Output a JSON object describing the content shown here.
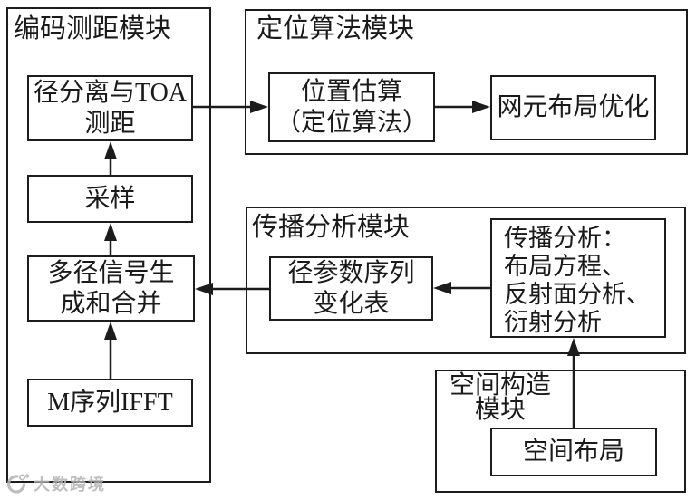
{
  "modules": {
    "encode_ranging": {
      "title": "编码测距模块"
    },
    "positioning_algorithm": {
      "title": "定位算法模块"
    },
    "propagation_analysis": {
      "title": "传播分析模块"
    },
    "space_construction": {
      "title_line1": "空间构造",
      "title_line2": "模块"
    }
  },
  "nodes": {
    "path_separation_toa": {
      "line1": "径分离与TOA",
      "line2": "测距"
    },
    "sampling": {
      "label": "采样"
    },
    "multipath_signal": {
      "line1": "多径信号生",
      "line2": "成和合并"
    },
    "m_sequence_ifft": {
      "label": "M序列IFFT"
    },
    "position_estimation": {
      "line1": "位置估算",
      "line2": "（定位算法）"
    },
    "network_layout_optimization": {
      "label": "网元布局优化"
    },
    "path_parameter_table": {
      "line1": "径参数序列",
      "line2": "变化表"
    },
    "propagation_detail": {
      "line1": "传播分析：",
      "line2": "布局方程、",
      "line3": "反射面分析、",
      "line4": "衍射分析"
    },
    "space_layout": {
      "label": "空间布局"
    }
  },
  "watermark": {
    "text": "大数跨境"
  },
  "colors": {
    "stroke": "#1c1c1c",
    "background": "#ffffff",
    "text": "#1a1a1a",
    "watermark": "#b3b3b3"
  }
}
